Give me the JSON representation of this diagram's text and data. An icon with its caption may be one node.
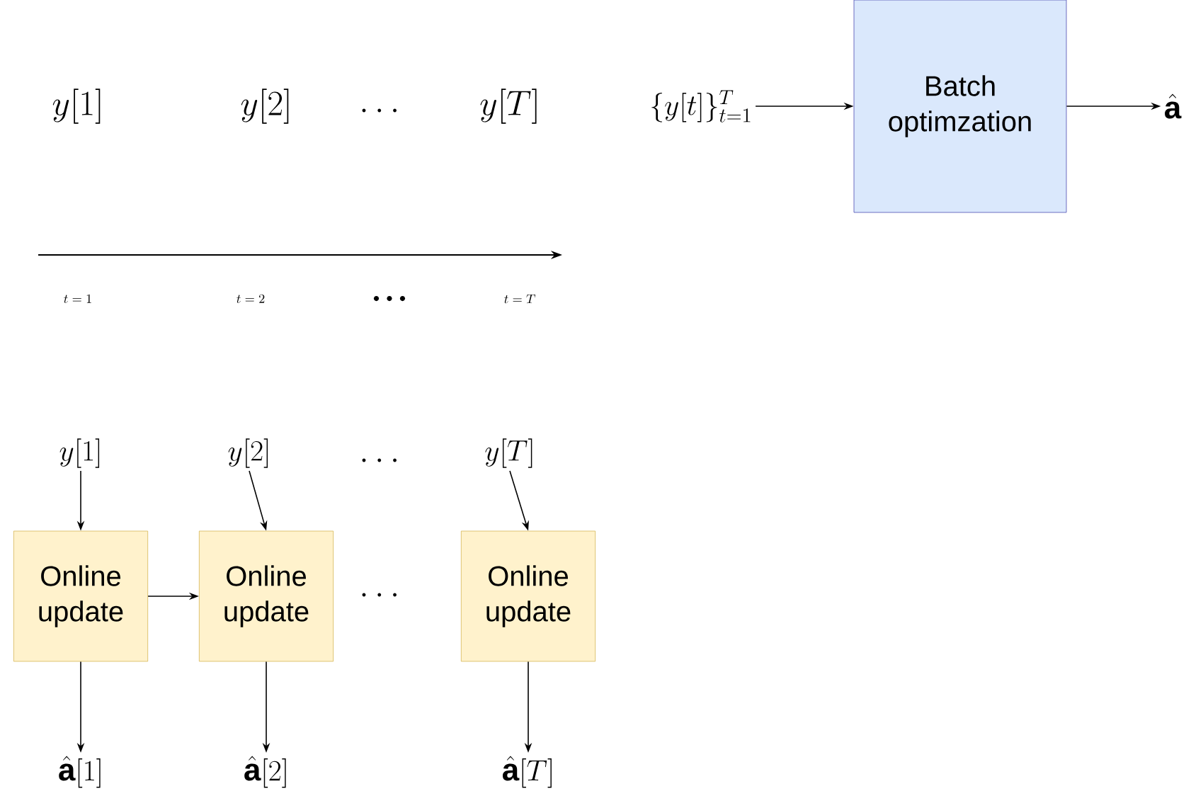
{
  "diagram": {
    "nodes": [
      {
        "text": [
          "\\{y[t]\\}_{t=1}^{T}"
        ]
      },
      {
        "text": [
          "Batch optimzation"
        ]
      },
      {
        "text": [
          "\\hat{\\mathbf{a}}"
        ]
      },
      {
        "text": [
          "y[1]"
        ]
      },
      {
        "text": [
          "y[2]"
        ]
      },
      {
        "text": [
          "y[T]"
        ]
      },
      {
        "text": [
          "Online update"
        ]
      },
      {
        "text": [
          "Online update"
        ]
      },
      {
        "text": [
          "Online update"
        ]
      },
      {
        "text": [
          "\\hat{\\mathbf{a}}[1]"
        ]
      },
      {
        "text": [
          "\\hat{\\mathbf{a}}[2]"
        ]
      },
      {
        "text": [
          "\\hat{\\mathbf{a}}[T]"
        ]
      }
    ],
    "edges": [
      {
        "from": 0,
        "to": 1,
        "arrow": "to"
      },
      {
        "from": 1,
        "to": 2,
        "arrow": "to"
      },
      {
        "from": 3,
        "to": 6,
        "arrow": "to"
      },
      {
        "from": 4,
        "to": 7,
        "arrow": "to"
      },
      {
        "from": 5,
        "to": 8,
        "arrow": "to"
      },
      {
        "from": 6,
        "to": 7,
        "arrow": "to"
      },
      {
        "from": 6,
        "to": 9,
        "arrow": "to"
      },
      {
        "from": 7,
        "to": 10,
        "arrow": "to"
      },
      {
        "from": 8,
        "to": 11,
        "arrow": "to"
      }
    ],
    "labels": [
      "y[1]",
      "y[2]",
      "\\dots",
      "y[T]",
      "t=1",
      "t=2",
      "\\bullet\\;\\bullet\\;\\bullet",
      "t=T",
      "\\dots",
      "\\dots"
    ]
  }
}
